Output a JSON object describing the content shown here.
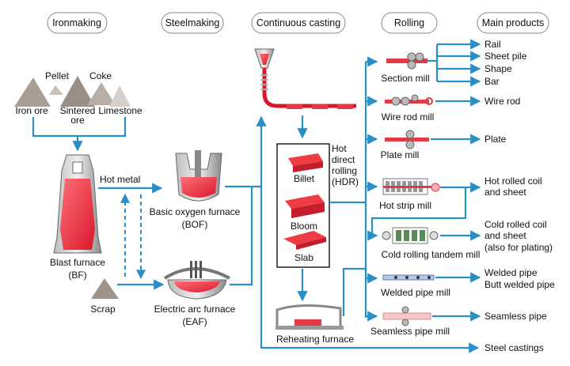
{
  "stages": {
    "ironmaking": "Ironmaking",
    "steelmaking": "Steelmaking",
    "casting": "Continuous casting",
    "rolling": "Rolling",
    "products": "Main products"
  },
  "raw": {
    "pellet": "Pellet",
    "coke": "Coke",
    "iron_ore": "Iron ore",
    "sintered_ore_1": "Sintered",
    "sintered_ore_2": "ore",
    "limestone": "Limestone"
  },
  "blast_furnace": {
    "line1": "Blast furnace",
    "line2": "(BF)"
  },
  "scrap": "Scrap",
  "hot_metal": "Hot metal",
  "bof": {
    "line1": "Basic oxygen furnace",
    "line2": "(BOF)"
  },
  "eaf": {
    "line1": "Electric arc furnace",
    "line2": "(EAF)"
  },
  "casting": {
    "billet": "Billet",
    "bloom": "Bloom",
    "slab": "Slab",
    "hdr_1": "Hot",
    "hdr_2": "direct",
    "hdr_3": "rolling",
    "hdr_4": "(HDR)",
    "reheating": "Reheating furnace"
  },
  "mills": {
    "section": "Section mill",
    "wire_rod": "Wire rod mill",
    "plate": "Plate mill",
    "hot_strip": "Hot strip mill",
    "cold_tandem": "Cold rolling tandem mill",
    "welded_pipe": "Welded pipe mill",
    "seamless_pipe": "Seamless pipe mill"
  },
  "products": {
    "rail": "Rail",
    "sheet_pile": "Sheet pile",
    "shape": "Shape",
    "bar": "Bar",
    "wire_rod": "Wire rod",
    "plate": "Plate",
    "hot_rolled_1": "Hot rolled coil",
    "hot_rolled_2": "and sheet",
    "cold_rolled_1": "Cold rolled coil",
    "cold_rolled_2": "and sheet",
    "cold_rolled_3": "(also for plating)",
    "welded_pipe": "Welded pipe",
    "butt_welded_pipe": "Butt welded pipe",
    "seamless_pipe": "Seamless pipe",
    "steel_castings": "Steel castings"
  },
  "colors": {
    "flow": "#2b8fc6",
    "steel_red": "#ee2a3c",
    "furnace_gray": "#8c8c8c"
  }
}
